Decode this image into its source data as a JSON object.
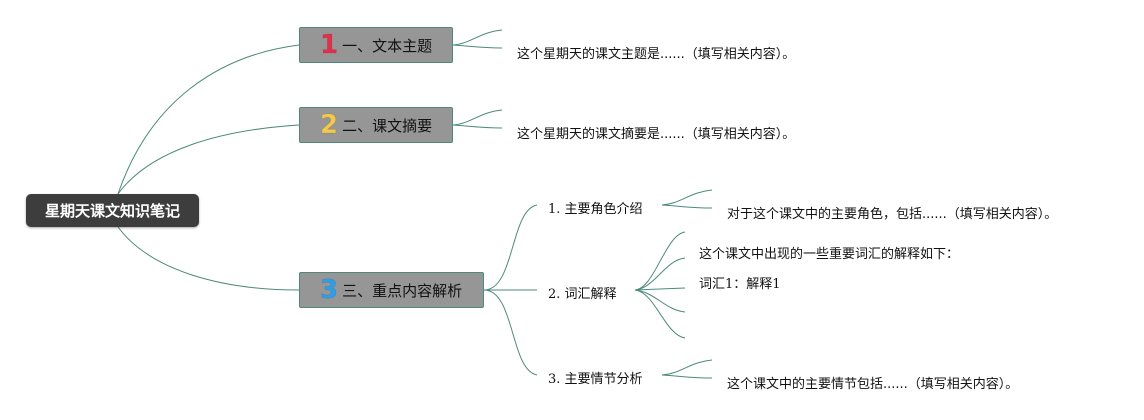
{
  "root": {
    "label": "星期天课文知识笔记"
  },
  "branches": [
    {
      "number": "1",
      "label": "一、文本主题",
      "leaf": "这个星期天的课文主题是......（填写相关内容）。"
    },
    {
      "number": "2",
      "label": "二、课文摘要",
      "leaf": "这个星期天的课文摘要是......（填写相关内容）。"
    },
    {
      "number": "3",
      "label": "三、重点内容解析",
      "subs": [
        {
          "label": "1. 主要角色介绍",
          "leaf": "对于这个课文中的主要角色，包括......（填写相关内容）。"
        },
        {
          "label": "2. 词汇解释",
          "leaves": [
            "这个课文中出现的一些重要词汇的解释如下：",
            "词汇1：解释1",
            "",
            ""
          ]
        },
        {
          "label": "3. 主要情节分析",
          "leaf": "这个课文中的主要情节包括......（填写相关内容）。"
        }
      ]
    }
  ],
  "colors": {
    "line": "#4b8a7d",
    "root_bg": "#3d3d3d",
    "branch_bg": "#969696",
    "n1": "#e0304a",
    "n2": "#f2c94c",
    "n3": "#2f9ee8"
  }
}
